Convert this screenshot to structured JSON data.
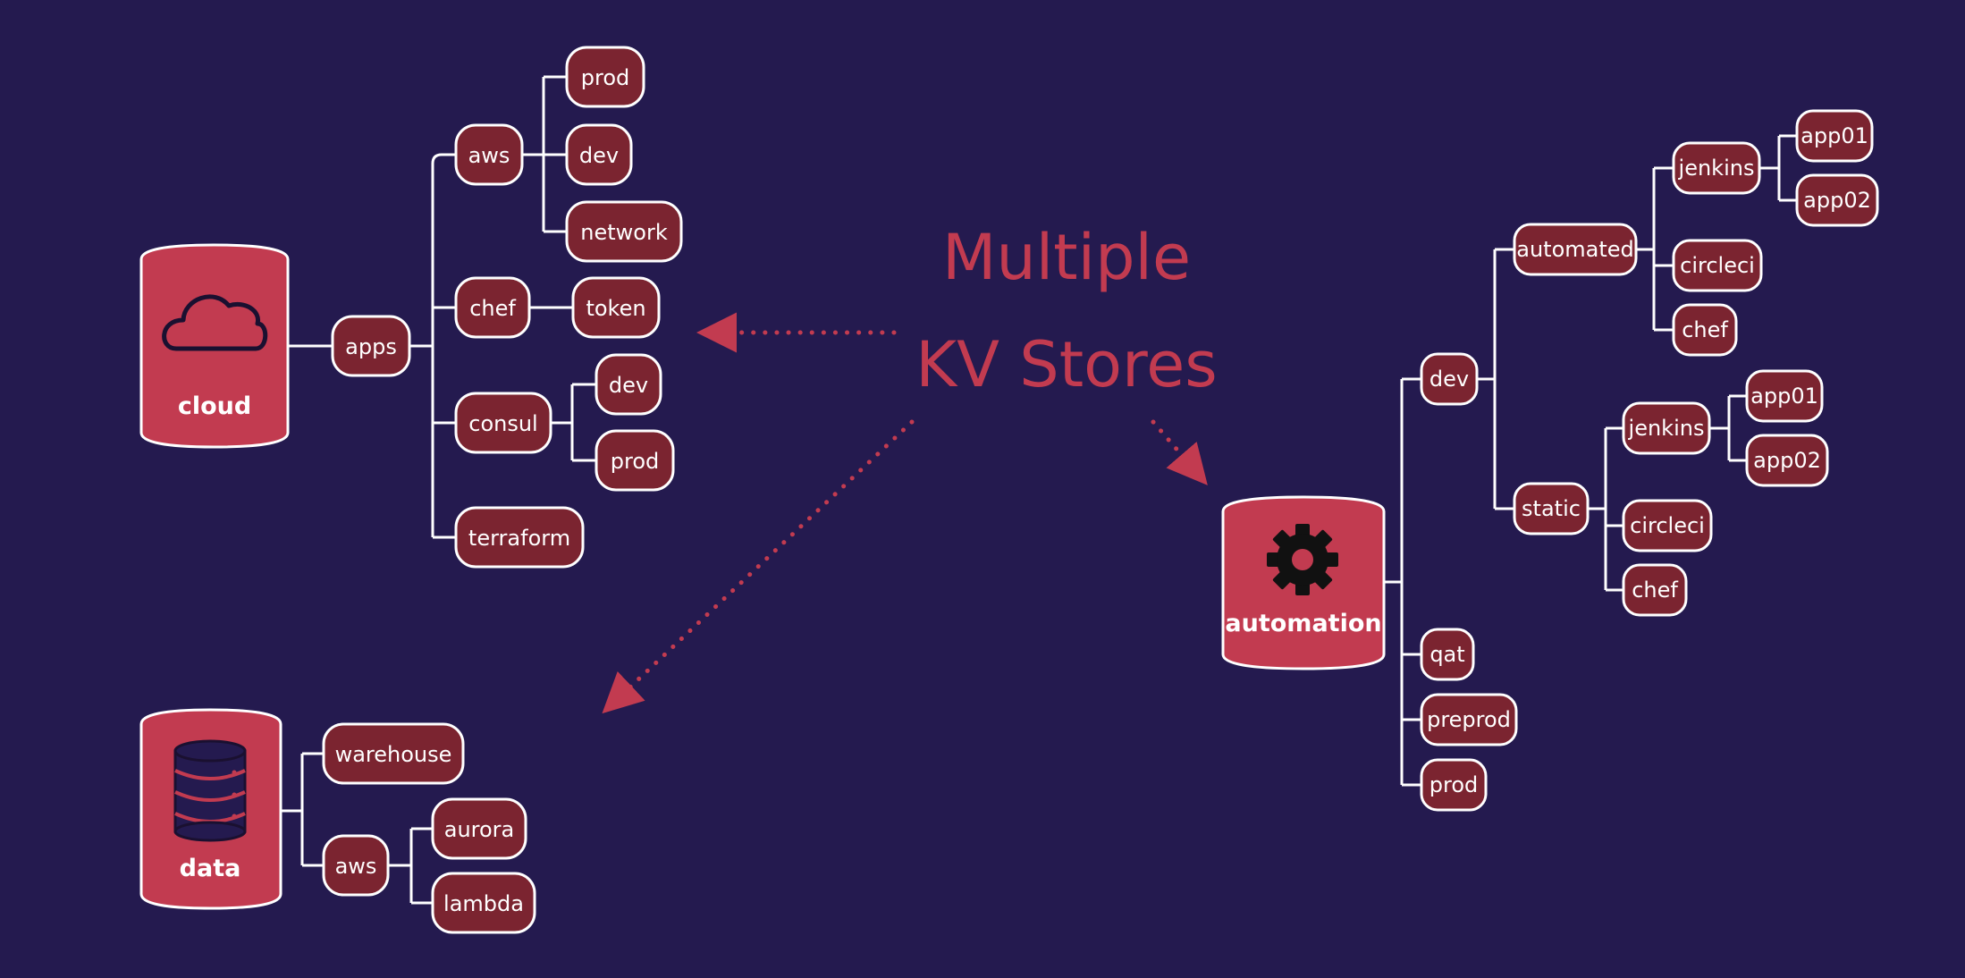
{
  "title": {
    "line1": "Multiple",
    "line2": "KV Stores"
  },
  "colors": {
    "background": "#241a4f",
    "node_fill": "#7b2430",
    "store_fill": "#c23b50",
    "line": "#ffffff",
    "accent": "#c23b50"
  },
  "stores": {
    "cloud": {
      "label": "cloud",
      "icon": "cloud-icon"
    },
    "data": {
      "label": "data",
      "icon": "database-icon"
    },
    "automation": {
      "label": "automation",
      "icon": "gear-icon"
    }
  },
  "trees": {
    "cloud": {
      "apps": "apps",
      "aws": "aws",
      "aws_prod": "prod",
      "aws_dev": "dev",
      "aws_network": "network",
      "chef": "chef",
      "chef_token": "token",
      "consul": "consul",
      "consul_dev": "dev",
      "consul_prod": "prod",
      "terraform": "terraform"
    },
    "data": {
      "warehouse": "warehouse",
      "aws": "aws",
      "aurora": "aurora",
      "lambda": "lambda"
    },
    "automation": {
      "dev": "dev",
      "automated": "automated",
      "auto_jenkins": "jenkins",
      "auto_app01": "app01",
      "auto_app02": "app02",
      "auto_circleci": "circleci",
      "auto_chef": "chef",
      "static": "static",
      "static_jenkins": "jenkins",
      "static_app01": "app01",
      "static_app02": "app02",
      "static_circleci": "circleci",
      "static_chef": "chef",
      "qat": "qat",
      "preprod": "preprod",
      "prod": "prod"
    }
  }
}
